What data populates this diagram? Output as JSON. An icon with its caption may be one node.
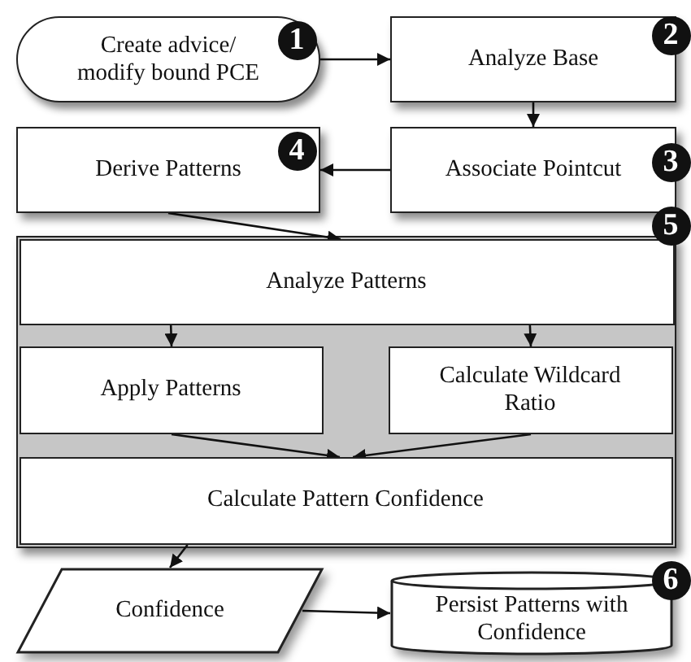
{
  "diagram": {
    "nodes": [
      {
        "text": [
          "Create advice/ modify bound PCE",
          "1"
        ]
      },
      {
        "text": [
          "Analyze Base",
          "2"
        ]
      },
      {
        "text": [
          "Associate Pointcut",
          "3"
        ]
      },
      {
        "text": [
          "Derive Patterns",
          "4"
        ]
      },
      {
        "text": [
          "5"
        ]
      },
      {
        "text": [
          "Analyze Patterns"
        ],
        "in": 4
      },
      {
        "text": [
          "Apply Patterns"
        ],
        "in": 4
      },
      {
        "text": [
          "Calculate Wildcard Ratio"
        ],
        "in": 4
      },
      {
        "text": [
          "Calculate Pattern Confidence"
        ],
        "in": 4
      },
      {
        "text": [
          "Confidence"
        ]
      },
      {
        "text": [
          "Persist Patterns with Confidence",
          "6"
        ]
      }
    ],
    "edges": [
      {
        "from": 0,
        "to": 1,
        "arrow": "to"
      },
      {
        "from": 1,
        "to": 2,
        "arrow": "to"
      },
      {
        "from": 2,
        "to": 3,
        "arrow": "to"
      },
      {
        "from": 3,
        "to": 5,
        "arrow": "to"
      },
      {
        "from": 5,
        "to": 6,
        "arrow": "to"
      },
      {
        "from": 5,
        "to": 7,
        "arrow": "to"
      },
      {
        "from": 6,
        "to": 8,
        "arrow": "to"
      },
      {
        "from": 7,
        "to": 8,
        "arrow": "to"
      },
      {
        "from": 8,
        "to": 9,
        "arrow": "to"
      },
      {
        "from": 9,
        "to": 10,
        "arrow": "to"
      }
    ]
  }
}
